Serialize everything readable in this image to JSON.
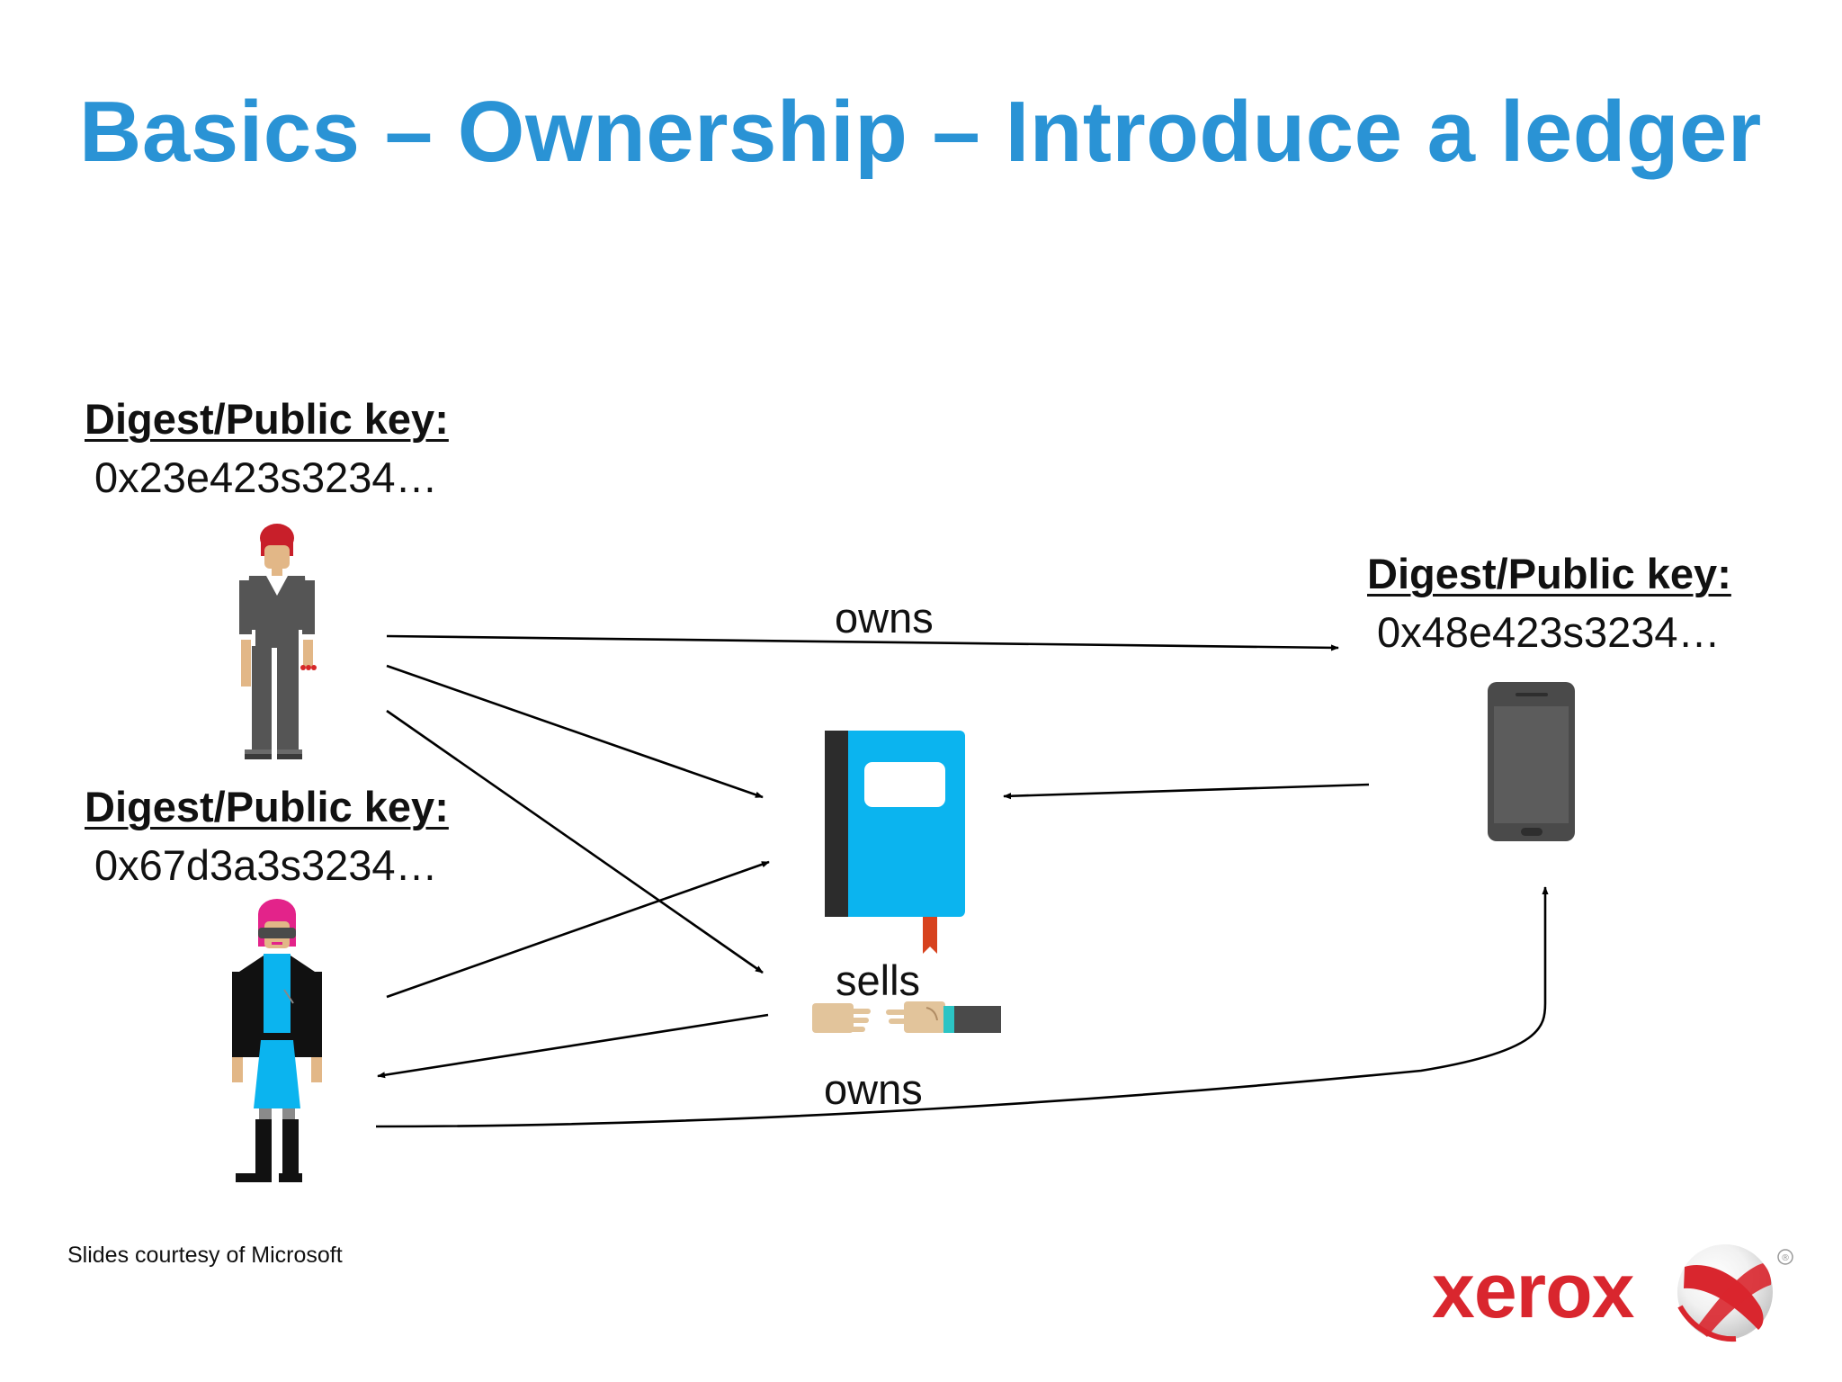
{
  "title": "Basics – Ownership – Introduce a ledger",
  "person_a": {
    "key_label": "Digest/Public key:",
    "key_value": "0x23e423s3234…"
  },
  "person_b": {
    "key_label": "Digest/Public key:",
    "key_value": "0x67d3a3s3234…"
  },
  "phone": {
    "key_label": "Digest/Public key:",
    "key_value": "0x48e423s3234…"
  },
  "edges": {
    "owns_top": "owns",
    "sells": "sells",
    "owns_bottom": "owns"
  },
  "footer": {
    "credit": "Slides courtesy of Microsoft"
  },
  "logo": {
    "text": "xerox",
    "mark": "®"
  },
  "colors": {
    "title": "#2a93d5",
    "ledger_book": "#0bb4ef",
    "ledger_spine": "#2c2c2c",
    "bookmark": "#d7421e",
    "phone": "#4a4a4a",
    "logo_red": "#d9262e",
    "hair_red": "#c81f2a",
    "hair_pink": "#e3238a"
  },
  "icons": [
    "person-a-icon",
    "person-b-icon",
    "ledger-book-icon",
    "handshake-icon",
    "smartphone-icon",
    "xerox-sphere-icon"
  ]
}
